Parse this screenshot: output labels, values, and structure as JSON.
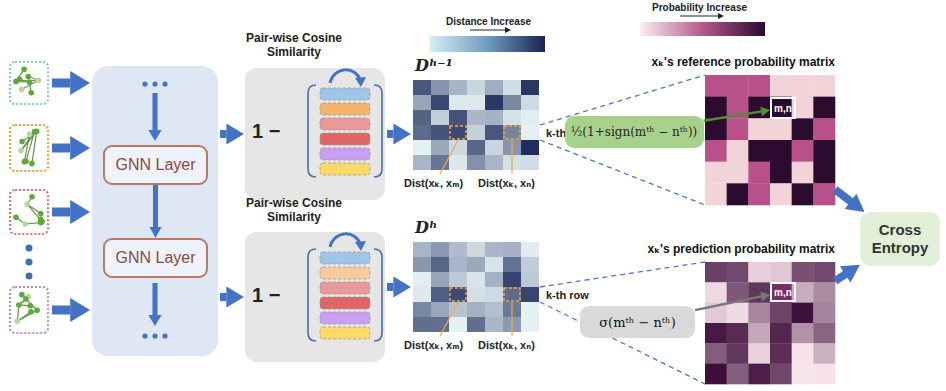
{
  "diagram": {
    "nodes": [
      {
        "text": [
          "GNN Layer"
        ]
      },
      {
        "text": [
          "GNN Layer"
        ]
      },
      {
        "text": [
          "½(1+sign(mᵗʰ − nᵗʰ))"
        ]
      },
      {
        "text": [
          "xₖ's reference probability matrix"
        ]
      },
      {
        "text": [
          "m,n"
        ],
        "in": 3
      },
      {
        "text": [
          "Cross Entropy"
        ]
      },
      {
        "text": [
          "σ(mᵗʰ − nᵗʰ)"
        ]
      },
      {
        "text": [
          "xₖ's prediction probability matrix"
        ]
      },
      {
        "text": [
          "m,n"
        ],
        "in": 7
      }
    ],
    "edges": [
      {
        "from": 0,
        "to": 1,
        "arrow": "to"
      },
      {
        "from": 2,
        "to": 4,
        "arrow": "to"
      },
      {
        "from": 6,
        "to": 8,
        "arrow": "to"
      },
      {
        "from": 3,
        "to": 5,
        "arrow": "to"
      },
      {
        "from": 7,
        "to": 5,
        "arrow": "to"
      }
    ],
    "labels": [
      "Pair-wise Cosine Similarity",
      "1 −",
      "Pair-wise Cosine Similarity",
      "1 −",
      "Distance Increase",
      "Dʰ⁻¹",
      "k-th row",
      "Dist(xₖ, xₘ)",
      "Dist(xₖ, xₙ)",
      "Dʰ",
      "k-th row",
      "Dist(xₖ, xₘ)",
      "Dist(xₖ, xₙ)",
      "Probability Increase"
    ]
  }
}
